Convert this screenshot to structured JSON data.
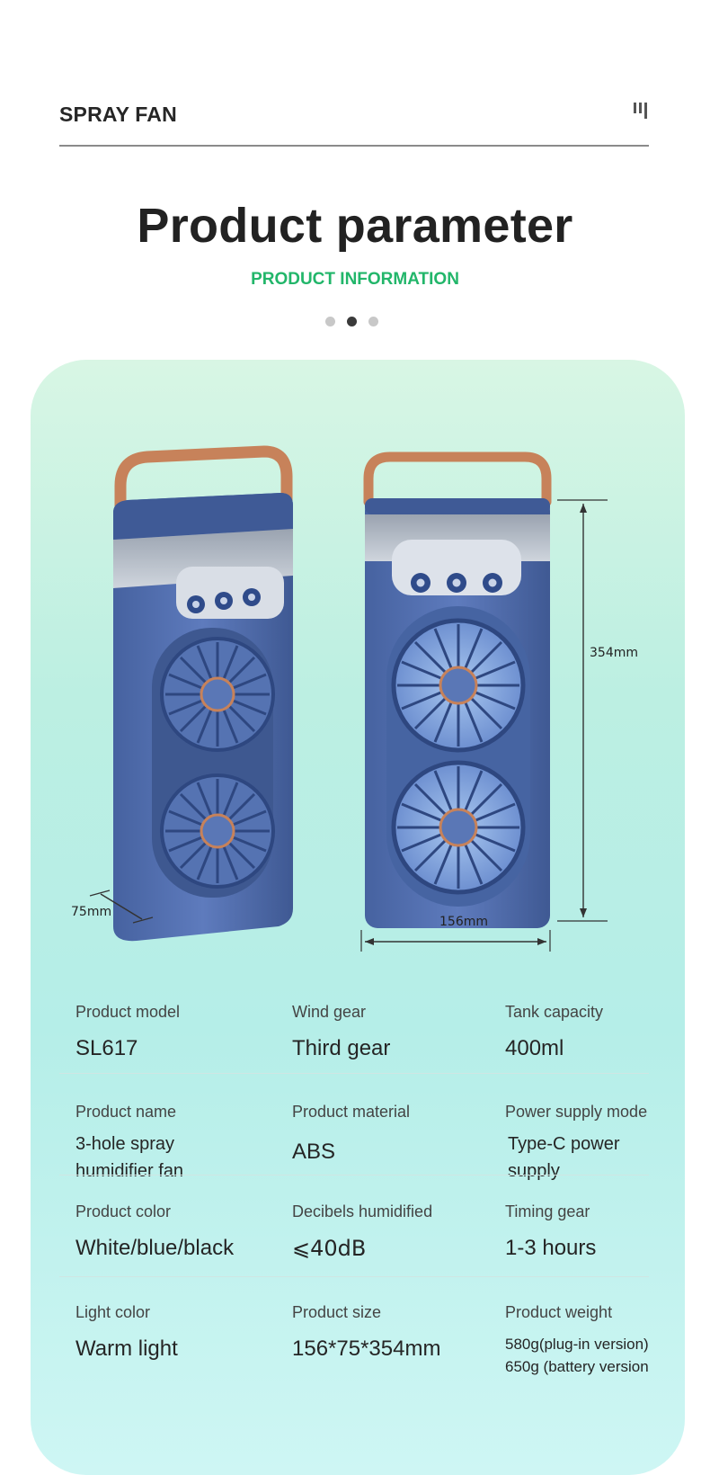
{
  "header": {
    "brand": "SPRAY FAN",
    "menu_icon": "vertical-bars-icon"
  },
  "section": {
    "title": "Product parameter",
    "subtitle": "PRODUCT INFORMATION",
    "carousel_active_index": 1,
    "carousel_count": 3
  },
  "dimensions": {
    "depth": "75mm",
    "width": "156mm",
    "height": "354mm"
  },
  "specs": [
    [
      {
        "label": "Product model",
        "value": "SL617"
      },
      {
        "label": "Wind gear",
        "value": "Third gear"
      },
      {
        "label": "Tank capacity",
        "value": "400ml"
      }
    ],
    [
      {
        "label": "Product name",
        "value": "3-hole spray humidifier fan"
      },
      {
        "label": "Product material",
        "value": "ABS"
      },
      {
        "label": "Power supply mode",
        "value": "Type-C power supply"
      }
    ],
    [
      {
        "label": "Product color",
        "value": "White/blue/black"
      },
      {
        "label": "Decibels humidified",
        "value": "⩽40dB"
      },
      {
        "label": "Timing gear",
        "value": "1-3 hours"
      }
    ],
    [
      {
        "label": "Light color",
        "value": "Warm light"
      },
      {
        "label": "Product size",
        "value": "156*75*354mm"
      },
      {
        "label": "Product weight",
        "value_lines": [
          "580g(plug-in version)",
          "650g (battery version"
        ]
      }
    ]
  ],
  "colors": {
    "accent_green": "#22b66a",
    "fan_body": "#4e6aa8",
    "handle": "#c7825a"
  }
}
